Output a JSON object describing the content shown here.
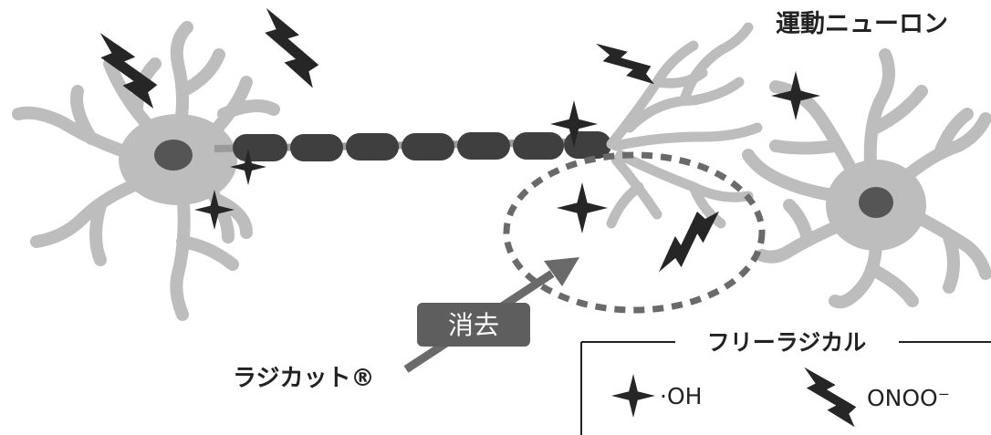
{
  "labels": {
    "motor_neuron": "運動ニューロン",
    "erase": "消去",
    "drug": "ラジカット®"
  },
  "legend": {
    "title": "フリーラジカル",
    "oh_label": "·OH",
    "onoo_label": "ONOO⁻"
  },
  "colors": {
    "neuron_fill": "#bdbdbd",
    "nucleus": "#555555",
    "axon": "#3f3f3f",
    "radical": "#262626",
    "dashed_ring": "#6a6a6a",
    "erase_box": "#5e5e5e"
  },
  "icons": [
    "four-point-star-icon",
    "lightning-bolt-icon"
  ]
}
